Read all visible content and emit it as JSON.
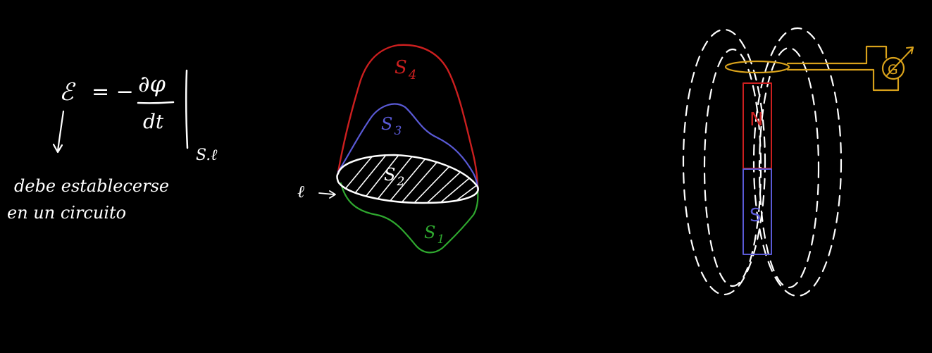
{
  "colors": {
    "background": "#000000",
    "chalk": "#ffffff",
    "red": "#cc1f1f",
    "blue": "#5a5ad6",
    "green": "#2fa82f",
    "gold": "#d9a21b"
  },
  "equation": {
    "emf_symbol": "ℰ",
    "equals_minus": "= −",
    "numerator": "∂φ",
    "denominator": "dt",
    "evaluated_at": "S.ℓ",
    "note_line1": "debe establecerse",
    "note_line2": "en un circuito"
  },
  "surfaces": {
    "s4": "S",
    "s4_sub": "4",
    "s3": "S",
    "s3_sub": "3",
    "s2": "S",
    "s2_sub": "2",
    "s1": "S",
    "s1_sub": "1",
    "contour": "ℓ"
  },
  "magnet": {
    "north": "N",
    "south": "S",
    "galvanometer": "G"
  }
}
